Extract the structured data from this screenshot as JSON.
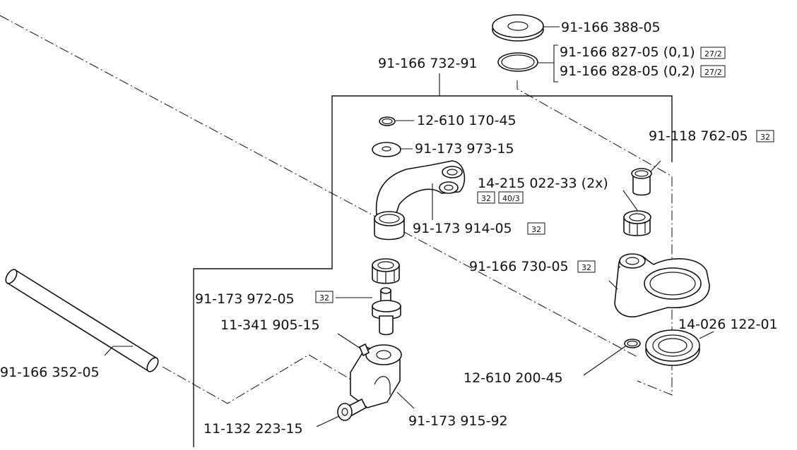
{
  "parts": {
    "p_388": "91-166 388-05",
    "p_827": "91-166 827-05 (0,1)",
    "p_828": "91-166 828-05 (0,2)",
    "p_732": "91-166 732-91",
    "p_170": "12-610 170-45",
    "p_973": "91-173 973-15",
    "p_762": "91-118 762-05",
    "p_022": "14-215 022-33 (2x)",
    "p_914": "91-173 914-05",
    "p_730": "91-166 730-05",
    "p_972": "91-173 972-05",
    "p_905": "11-341 905-15",
    "p_122": "14-026 122-01",
    "p_352": "91-166 352-05",
    "p_200": "12-610 200-45",
    "p_223": "11-132 223-15",
    "p_915": "91-173 915-92"
  },
  "refs": {
    "r_27_2": "27/2",
    "r_32": "32",
    "r_40_3": "40/3"
  }
}
